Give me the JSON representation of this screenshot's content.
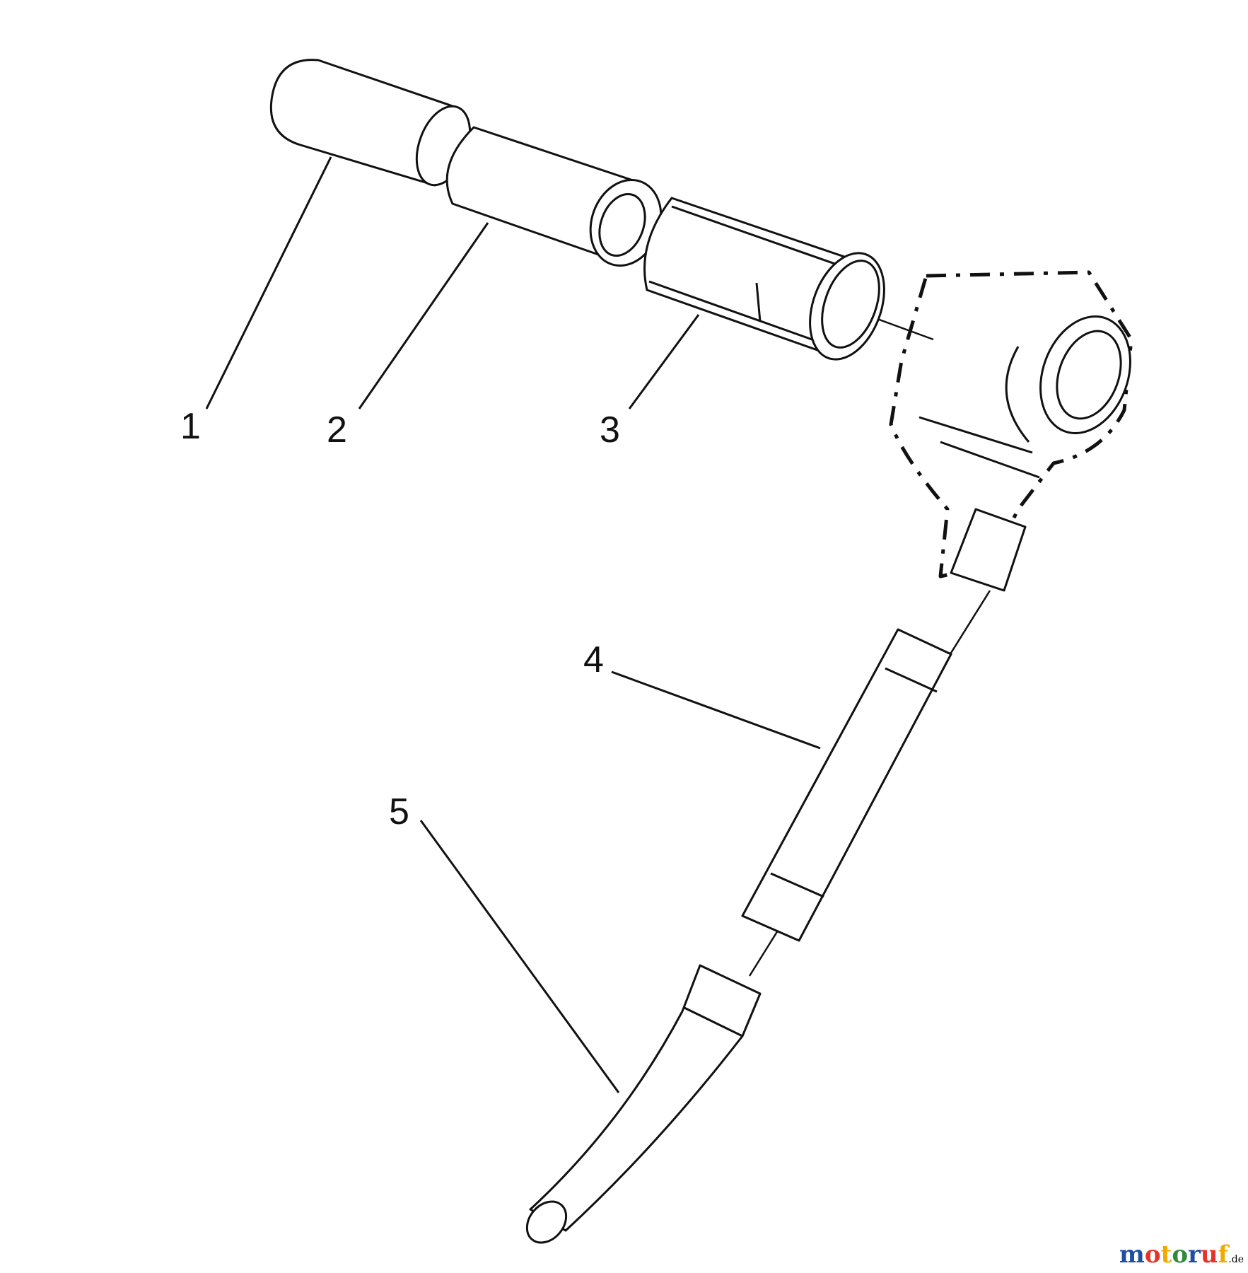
{
  "callouts": {
    "c1": "1",
    "c2": "2",
    "c3": "3",
    "c4": "4",
    "c5": "5"
  },
  "watermark": {
    "brand": "motoruf",
    "tld": ".de",
    "colors": [
      "#1f4fa0",
      "#e63329",
      "#f2a900",
      "#2e8b3e"
    ]
  }
}
